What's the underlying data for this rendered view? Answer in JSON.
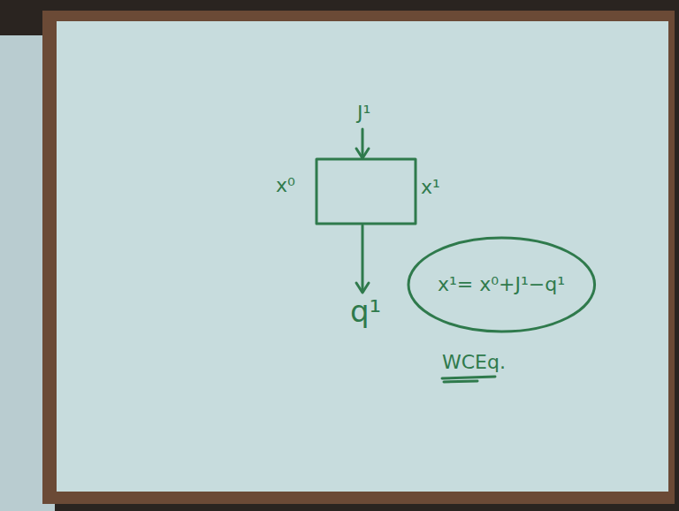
{
  "diagram": {
    "nodes": [
      {
        "text": [
          "x¹= x⁰+J¹−q¹"
        ]
      }
    ],
    "labels": [
      "J¹",
      "x⁰",
      "x¹",
      "q¹",
      "WCEq."
    ]
  }
}
